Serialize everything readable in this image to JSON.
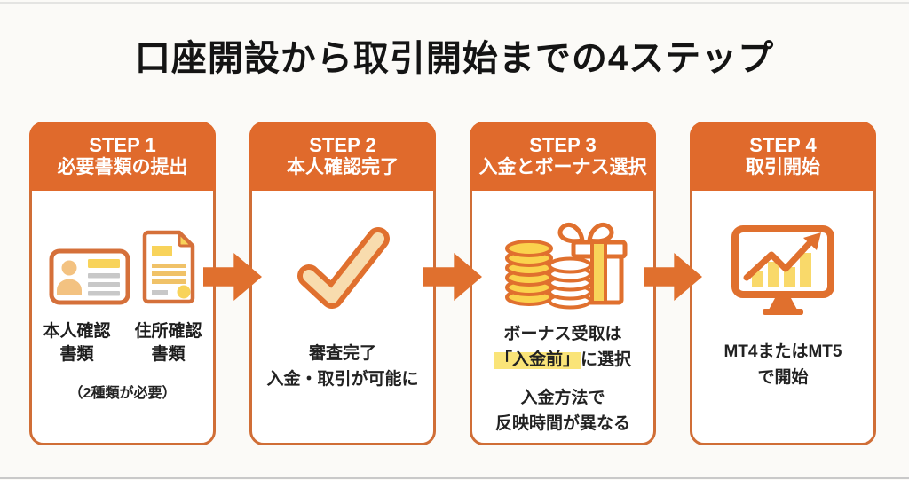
{
  "title": "口座開設から取引開始までの4ステップ",
  "colors": {
    "accent_orange": "#e06a2c",
    "border_orange": "#d06e36",
    "icon_yellow": "#f8d35a",
    "check_fill": "#f8dcae",
    "highlight_yellow": "#fae478",
    "text_dark": "#1d1d1d",
    "background": "#fbfaf7"
  },
  "steps": [
    {
      "step_label": "STEP 1",
      "heading": "必要書類の提出",
      "icons": [
        "id-card-icon",
        "document-icon"
      ],
      "items": [
        {
          "line1": "本人確認",
          "line2": "書類"
        },
        {
          "line1": "住所確認",
          "line2": "書類"
        }
      ],
      "note": "（2種類が必要）"
    },
    {
      "step_label": "STEP 2",
      "heading": "本人確認完了",
      "icon": "checkmark-icon",
      "line1": "審査完了",
      "line2": "入金・取引が可能に"
    },
    {
      "step_label": "STEP 3",
      "heading": "入金とボーナス選択",
      "icon": "coins-gift-icon",
      "line1": "ボーナス受取は",
      "highlight": "「入金前」",
      "line2_rest": "に選択",
      "line3": "入金方法で",
      "line4": "反映時間が異なる"
    },
    {
      "step_label": "STEP 4",
      "heading": "取引開始",
      "icon": "monitor-chart-icon",
      "line1": "MT4またはMT5",
      "line2": "で開始"
    }
  ]
}
